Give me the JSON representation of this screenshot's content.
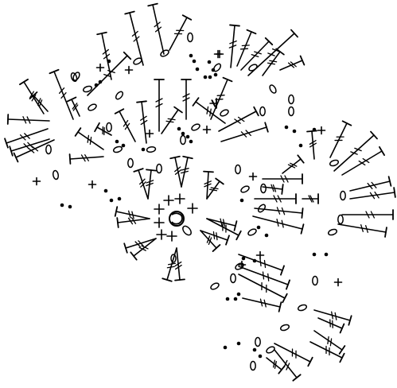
{
  "diagram": {
    "type": "crochet-symbol-chart",
    "ink_color": "#000000",
    "background_color": "#ffffff",
    "symbol_legend": {
      "T": "tall-stitch-symbol",
      "oval": "chain-symbol",
      "dot": "slip-stitch-symbol",
      "plus": "single-crochet-symbol"
    },
    "regions": [
      "center-motif",
      "spiral-arm-left",
      "spiral-arm-top",
      "spiral-arm-right",
      "spiral-arm-lower"
    ]
  }
}
